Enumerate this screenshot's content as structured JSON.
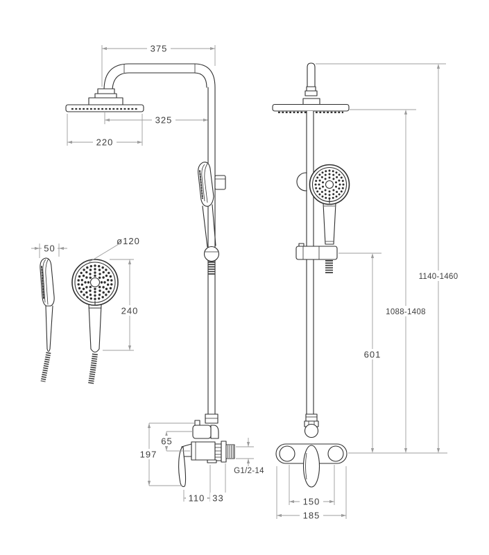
{
  "colors": {
    "background": "#ffffff",
    "outline": "#2e2e2e",
    "dimension": "#9c9c9c",
    "text": "#3e3e3e"
  },
  "dimensions": {
    "side": {
      "arm_reach": "375",
      "head_offset": "325",
      "head_diameter": "220"
    },
    "hand_shower": {
      "head_depth": "50",
      "head_diameter": "ø120",
      "length": "240"
    },
    "mixer": {
      "height": "197",
      "outlet_offset": "65",
      "thread": "G1/2-14",
      "depth": "110",
      "thread_length": "33"
    },
    "front": {
      "total_height": "1140-1460",
      "head_height": "1088-1408",
      "holder_height": "601",
      "inlet_spacing": "150",
      "width": "185"
    }
  }
}
